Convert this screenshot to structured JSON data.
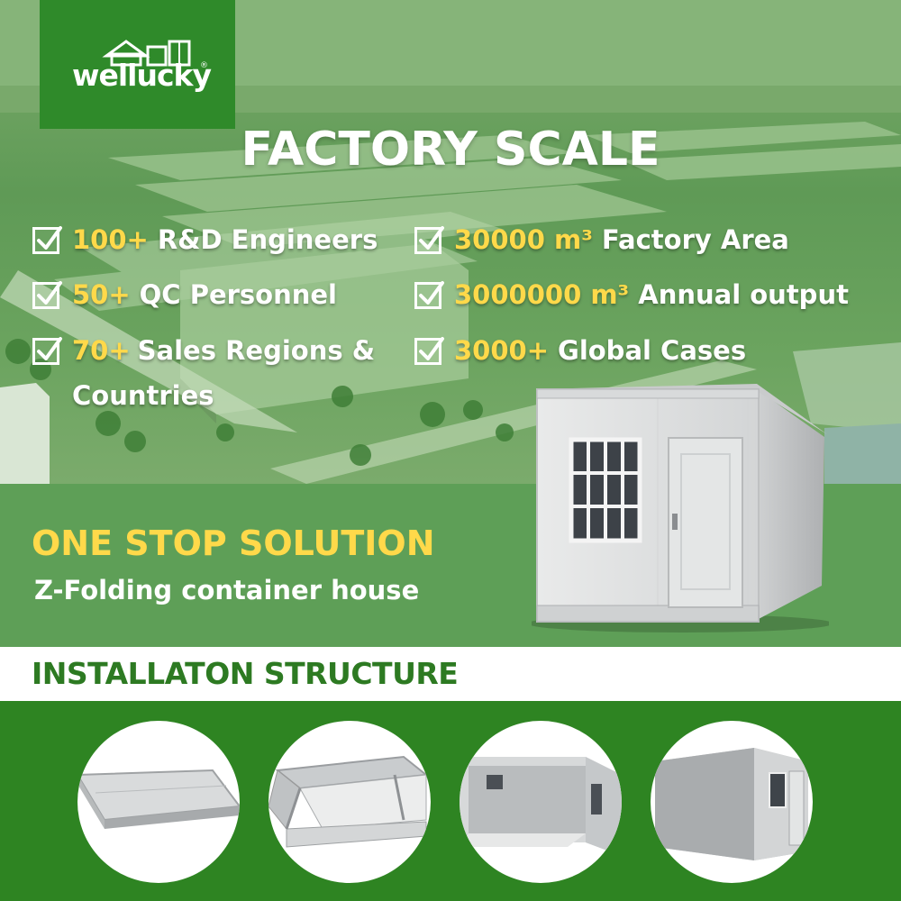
{
  "brand": {
    "logo_text": "wellucky",
    "registered_mark": "®"
  },
  "title": "FACTORY SCALE",
  "stats": [
    {
      "num": "100+",
      "label": "R&D Engineers"
    },
    {
      "num": "50+",
      "label": "QC Personnel"
    },
    {
      "num": "70+",
      "label": "Sales Regions & Countries"
    },
    {
      "num": "30000 m³",
      "label": "Factory Area"
    },
    {
      "num": "3000000 m³",
      "label": "Annual output"
    },
    {
      "num": "3000+",
      "label": "Global Cases"
    }
  ],
  "solution": {
    "headline": "ONE STOP SOLUTION",
    "subtitle": "Z-Folding container house"
  },
  "install": {
    "heading": "INSTALLATON STRUCTURE",
    "steps": [
      "folded-panel",
      "unfolding-frame",
      "open-shell",
      "finished-house"
    ]
  },
  "colors": {
    "brand_green": "#2f8a2a",
    "band_green": "#5e9f57",
    "install_green": "#2e8422",
    "highlight_yellow": "#ffd94a"
  }
}
